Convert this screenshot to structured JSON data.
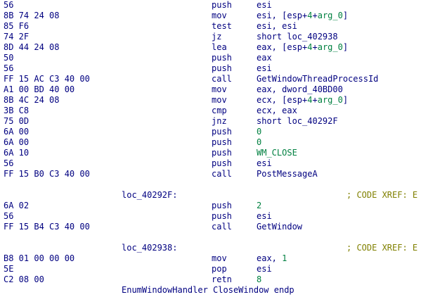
{
  "colors": {
    "bytes": "#000080",
    "text": "#000080",
    "number": "#008040",
    "reference": "#000080",
    "comment": "#808000",
    "background": "#ffffff"
  },
  "lines": [
    {
      "kind": "insn",
      "bytes": "56",
      "mnemonic": "push",
      "operands": [
        {
          "t": "esi",
          "c": "text"
        }
      ]
    },
    {
      "kind": "insn",
      "bytes": "8B 74 24 08",
      "mnemonic": "mov",
      "operands": [
        {
          "t": "esi, [esp+",
          "c": "text"
        },
        {
          "t": "4",
          "c": "number"
        },
        {
          "t": "+",
          "c": "text"
        },
        {
          "t": "arg_0",
          "c": "number"
        },
        {
          "t": "]",
          "c": "text"
        }
      ]
    },
    {
      "kind": "insn",
      "bytes": "85 F6",
      "mnemonic": "test",
      "operands": [
        {
          "t": "esi, esi",
          "c": "text"
        }
      ]
    },
    {
      "kind": "insn",
      "bytes": "74 2F",
      "mnemonic": "jz",
      "operands": [
        {
          "t": "short loc_402938",
          "c": "text"
        }
      ]
    },
    {
      "kind": "insn",
      "bytes": "8D 44 24 08",
      "mnemonic": "lea",
      "operands": [
        {
          "t": "eax, [esp+",
          "c": "text"
        },
        {
          "t": "4",
          "c": "number"
        },
        {
          "t": "+",
          "c": "text"
        },
        {
          "t": "arg_0",
          "c": "number"
        },
        {
          "t": "]",
          "c": "text"
        }
      ]
    },
    {
      "kind": "insn",
      "bytes": "50",
      "mnemonic": "push",
      "operands": [
        {
          "t": "eax",
          "c": "text"
        }
      ]
    },
    {
      "kind": "insn",
      "bytes": "56",
      "mnemonic": "push",
      "operands": [
        {
          "t": "esi",
          "c": "text"
        }
      ]
    },
    {
      "kind": "insn",
      "bytes": "FF 15 AC C3 40 00",
      "mnemonic": "call",
      "operands": [
        {
          "t": "GetWindowThreadProcessId",
          "c": "reference"
        }
      ]
    },
    {
      "kind": "insn",
      "bytes": "A1 00 BD 40 00",
      "mnemonic": "mov",
      "operands": [
        {
          "t": "eax, dword_40BD00",
          "c": "text"
        }
      ]
    },
    {
      "kind": "insn",
      "bytes": "8B 4C 24 08",
      "mnemonic": "mov",
      "operands": [
        {
          "t": "ecx, [esp+",
          "c": "text"
        },
        {
          "t": "4",
          "c": "number"
        },
        {
          "t": "+",
          "c": "text"
        },
        {
          "t": "arg_0",
          "c": "number"
        },
        {
          "t": "]",
          "c": "text"
        }
      ]
    },
    {
      "kind": "insn",
      "bytes": "3B C8",
      "mnemonic": "cmp",
      "operands": [
        {
          "t": "ecx, eax",
          "c": "text"
        }
      ]
    },
    {
      "kind": "insn",
      "bytes": "75 0D",
      "mnemonic": "jnz",
      "operands": [
        {
          "t": "short loc_40292F",
          "c": "text"
        }
      ]
    },
    {
      "kind": "insn",
      "bytes": "6A 00",
      "mnemonic": "push",
      "operands": [
        {
          "t": "0",
          "c": "number"
        }
      ]
    },
    {
      "kind": "insn",
      "bytes": "6A 00",
      "mnemonic": "push",
      "operands": [
        {
          "t": "0",
          "c": "number"
        }
      ]
    },
    {
      "kind": "insn",
      "bytes": "6A 10",
      "mnemonic": "push",
      "operands": [
        {
          "t": "WM_CLOSE",
          "c": "number"
        }
      ]
    },
    {
      "kind": "insn",
      "bytes": "56",
      "mnemonic": "push",
      "operands": [
        {
          "t": "esi",
          "c": "text"
        }
      ]
    },
    {
      "kind": "insn",
      "bytes": "FF 15 B0 C3 40 00",
      "mnemonic": "call",
      "operands": [
        {
          "t": "PostMessageA",
          "c": "reference"
        }
      ]
    },
    {
      "kind": "blank"
    },
    {
      "kind": "label",
      "label": "loc_40292F:",
      "comment": "; CODE XREF: E"
    },
    {
      "kind": "insn",
      "bytes": "6A 02",
      "mnemonic": "push",
      "operands": [
        {
          "t": "2",
          "c": "number"
        }
      ]
    },
    {
      "kind": "insn",
      "bytes": "56",
      "mnemonic": "push",
      "operands": [
        {
          "t": "esi",
          "c": "text"
        }
      ]
    },
    {
      "kind": "insn",
      "bytes": "FF 15 B4 C3 40 00",
      "mnemonic": "call",
      "operands": [
        {
          "t": "GetWindow",
          "c": "reference"
        }
      ]
    },
    {
      "kind": "blank"
    },
    {
      "kind": "label",
      "label": "loc_402938:",
      "comment": "; CODE XREF: E"
    },
    {
      "kind": "insn",
      "bytes": "B8 01 00 00 00",
      "mnemonic": "mov",
      "operands": [
        {
          "t": "eax, ",
          "c": "text"
        },
        {
          "t": "1",
          "c": "number"
        }
      ]
    },
    {
      "kind": "insn",
      "bytes": "5E",
      "mnemonic": "pop",
      "operands": [
        {
          "t": "esi",
          "c": "text"
        }
      ]
    },
    {
      "kind": "insn",
      "bytes": "C2 08 00",
      "mnemonic": "retn",
      "operands": [
        {
          "t": "8",
          "c": "number"
        }
      ]
    },
    {
      "kind": "endp",
      "text": "EnumWindowHandler CloseWindow endp"
    }
  ]
}
